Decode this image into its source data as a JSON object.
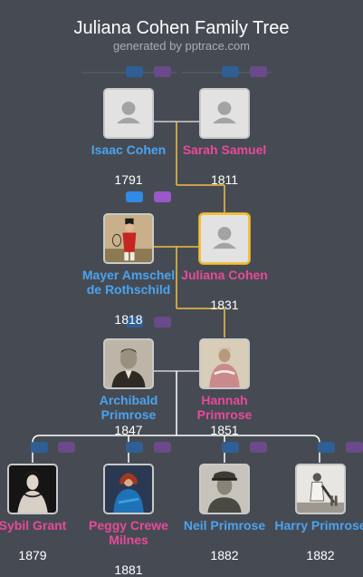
{
  "header": {
    "title": "Juliana Cohen Family Tree",
    "subtitle": "generated by pptrace.com"
  },
  "people": {
    "isaac": {
      "name": "Isaac Cohen",
      "year": "1791"
    },
    "sarah": {
      "name": "Sarah Samuel",
      "year": "1811"
    },
    "mayer": {
      "name": "Mayer Amschel de Rothschild",
      "year": "1818"
    },
    "juliana": {
      "name": "Juliana Cohen",
      "year": "1831"
    },
    "archibald": {
      "name": "Archibald Primrose",
      "year": "1847"
    },
    "hannah": {
      "name": "Hannah Primrose",
      "year": "1851"
    },
    "sybil": {
      "name": "Sybil Grant",
      "year": "1879"
    },
    "peggy": {
      "name": "Peggy Crewe Milnes",
      "year": "1881"
    },
    "neil": {
      "name": "Neil Primrose",
      "year": "1882"
    },
    "harry": {
      "name": "Harry Primrose",
      "year": "1882"
    }
  },
  "colors": {
    "background": "#464b53",
    "male": "#4aa3f0",
    "female": "#e9499a",
    "focus_line": "#f0c040",
    "line": "#d0d0d0"
  }
}
